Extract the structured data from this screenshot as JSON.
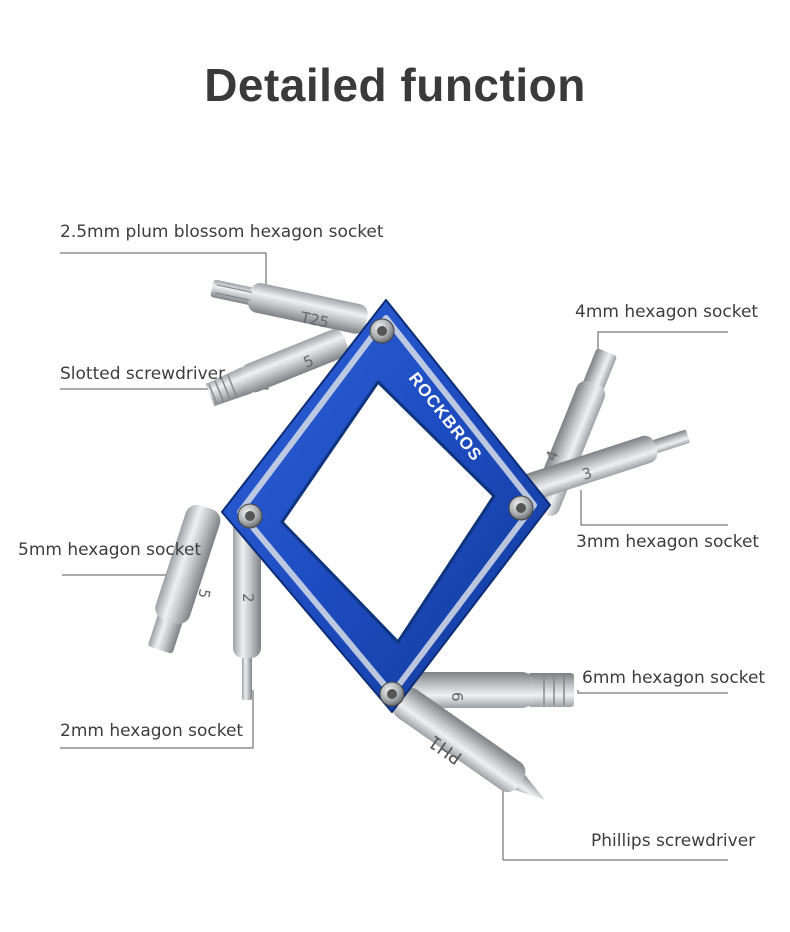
{
  "title": "Detailed function",
  "callouts": {
    "plum_blossom": "2.5mm plum blossom hexagon socket",
    "slotted": "Slotted screwdriver",
    "hex5": "5mm hexagon socket",
    "hex2": "2mm hexagon socket",
    "hex4": "4mm hexagon socket",
    "hex3": "3mm hexagon socket",
    "hex6": "6mm hexagon socket",
    "phillips": "Phillips screwdriver"
  },
  "tool": {
    "brand": "ROCKBROS",
    "bit_markings": {
      "t25": "T25",
      "slot5": "5",
      "hex5": "5",
      "hex2": "2",
      "hex4": "4",
      "hex3": "3",
      "hex6": "6",
      "ph1": "PH1"
    },
    "colors": {
      "frame": "#1e4fc4",
      "frame_dark": "#133a9a",
      "steel": "#c9cbcd",
      "steel_dark": "#8d9093"
    }
  }
}
